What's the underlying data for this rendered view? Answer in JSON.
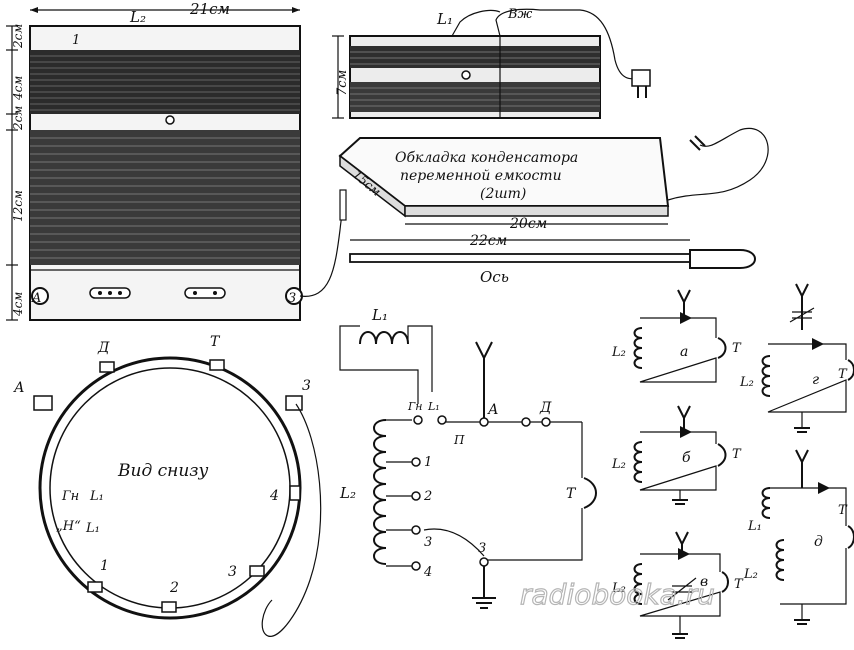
{
  "coil_front": {
    "length_label": "L₂",
    "width_label": "21см",
    "dims": [
      "2см",
      "4см",
      "2см",
      "12см",
      "4см"
    ],
    "corner_mark": "1",
    "terminals": [
      "A",
      "3"
    ]
  },
  "coil_side": {
    "height_label": "7см",
    "coil_label": "L₁",
    "tag_label": "Вж"
  },
  "capacitor_plate": {
    "text_line1": "Обкладка конденсатора",
    "text_line2": "переменной емкости",
    "text_line3": "(2шт)",
    "depth_label": "15см",
    "length_label": "20см"
  },
  "axis": {
    "length_label": "22см",
    "name": "Ось"
  },
  "bottom_view": {
    "title": "Вид снизу",
    "terminals": [
      "А",
      "Д",
      "Т",
      "3",
      "4",
      "3",
      "2",
      "1"
    ],
    "gn_label": "Гн",
    "l1_label": "L₁",
    "quote_label": "„Н“",
    "ql1_label": "L₁"
  },
  "main_circuit": {
    "l1": "L₁",
    "l2": "L₂",
    "gn_tap": "Гн",
    "l1_tap": "L₁",
    "n_tap": "П",
    "antenna": "А",
    "detector": "Д",
    "phones": "Т",
    "ground": "3",
    "taps": [
      "1",
      "2",
      "3",
      "4"
    ]
  },
  "variants": [
    {
      "letter": "а",
      "coil": "L₂",
      "phones": "Т"
    },
    {
      "letter": "г",
      "coil": "L₂",
      "phones": "Т"
    },
    {
      "letter": "б",
      "coil": "L₂",
      "phones": "Т"
    },
    {
      "letter": "д",
      "coil1": "L₁",
      "coil2": "L₂",
      "phones": "Т"
    },
    {
      "letter": "в",
      "coil": "L₂",
      "phones": "Т"
    }
  ],
  "watermark": "radiobooka.ru"
}
